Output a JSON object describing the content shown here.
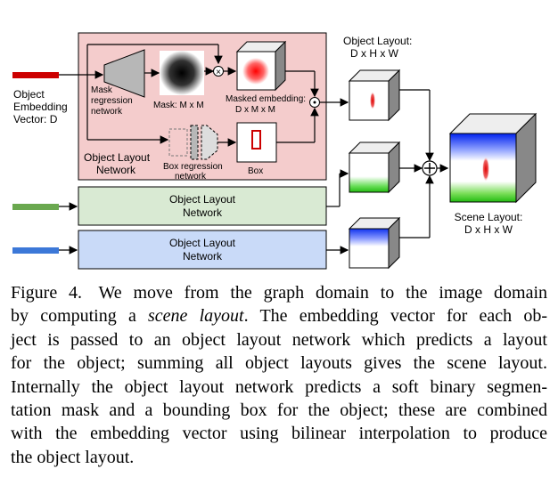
{
  "figure": {
    "input_label": [
      "Object",
      "Embedding",
      "Vector: D"
    ],
    "mask_regression_label": [
      "Mask",
      "regression",
      "network"
    ],
    "mask_label": "Mask: M x M",
    "masked_embedding_label": [
      "Masked embedding:",
      "D x M x M"
    ],
    "box_regression_label": [
      "Box regression",
      "network"
    ],
    "box_label": "Box",
    "object_layout_network_inner": [
      "Object Layout",
      "Network"
    ],
    "object_layout_title": [
      "Object Layout:",
      "D x H x W"
    ],
    "network_green": [
      "Object Layout",
      "Network"
    ],
    "network_blue": [
      "Object Layout",
      "Network"
    ],
    "scene_layout_label": [
      "Scene Layout:",
      "D x H x W"
    ],
    "colors": {
      "network_bg": "#f4cccc",
      "green_bg": "#d9ead3",
      "blue_bg": "#c9daf8",
      "red_input": "#cc0000",
      "green_input": "#6aa84f",
      "blue_input": "#3c78d8"
    }
  },
  "caption": {
    "label": "Figure 4.",
    "lines": [
      "We move from the graph domain to the image domain",
      "by computing a ",
      "scene layout",
      ". The embedding vector for each ob-",
      "ject is passed to an object layout network which predicts a layout",
      "for the object; summing all object layouts gives the scene layout.",
      "Internally the object layout network predicts a soft binary segmen-",
      "tation mask and a bounding box for the object; these are combined",
      "with the embedding vector using bilinear interpolation to produce",
      "the object layout."
    ]
  }
}
